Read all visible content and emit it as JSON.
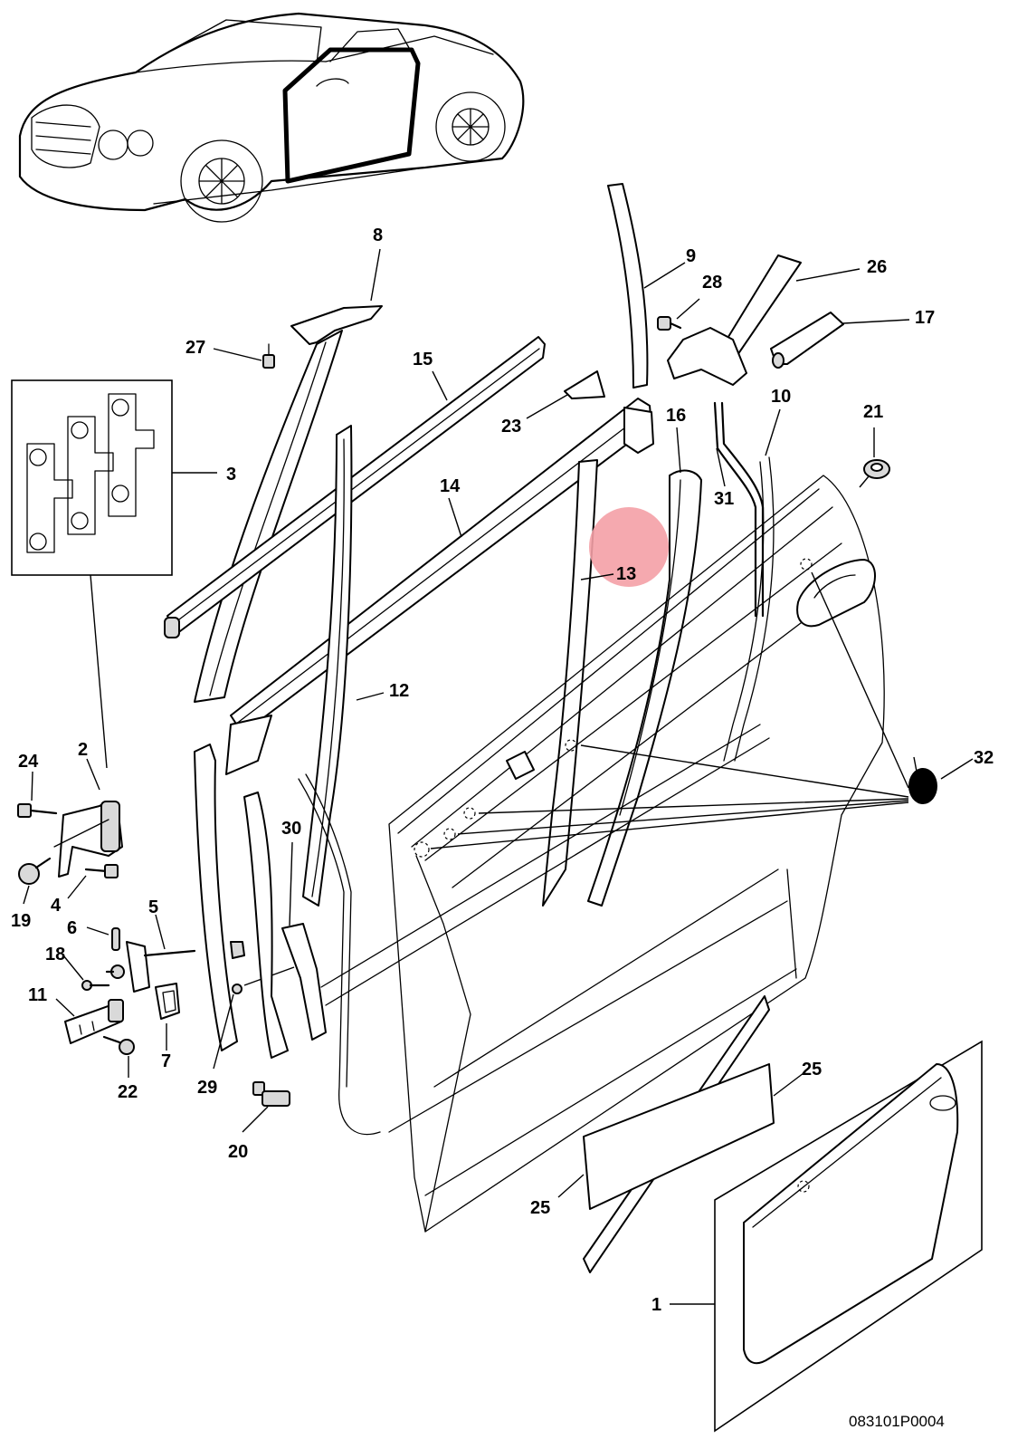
{
  "drawing_code": "083101P0004",
  "highlight_color": "#f4a0a6",
  "labels": {
    "l1": "1",
    "l2": "2",
    "l3": "3",
    "l4": "4",
    "l5": "5",
    "l6": "6",
    "l7": "7",
    "l8": "8",
    "l9": "9",
    "l10": "10",
    "l11": "11",
    "l12": "12",
    "l13": "13",
    "l14": "14",
    "l15": "15",
    "l16": "16",
    "l17": "17",
    "l18": "18",
    "l19": "19",
    "l20": "20",
    "l21": "21",
    "l22": "22",
    "l23": "23",
    "l24": "24",
    "l25a": "25",
    "l25b": "25",
    "l26": "26",
    "l27": "27",
    "l28": "28",
    "l29": "29",
    "l30": "30",
    "l31": "31",
    "l32": "32"
  }
}
